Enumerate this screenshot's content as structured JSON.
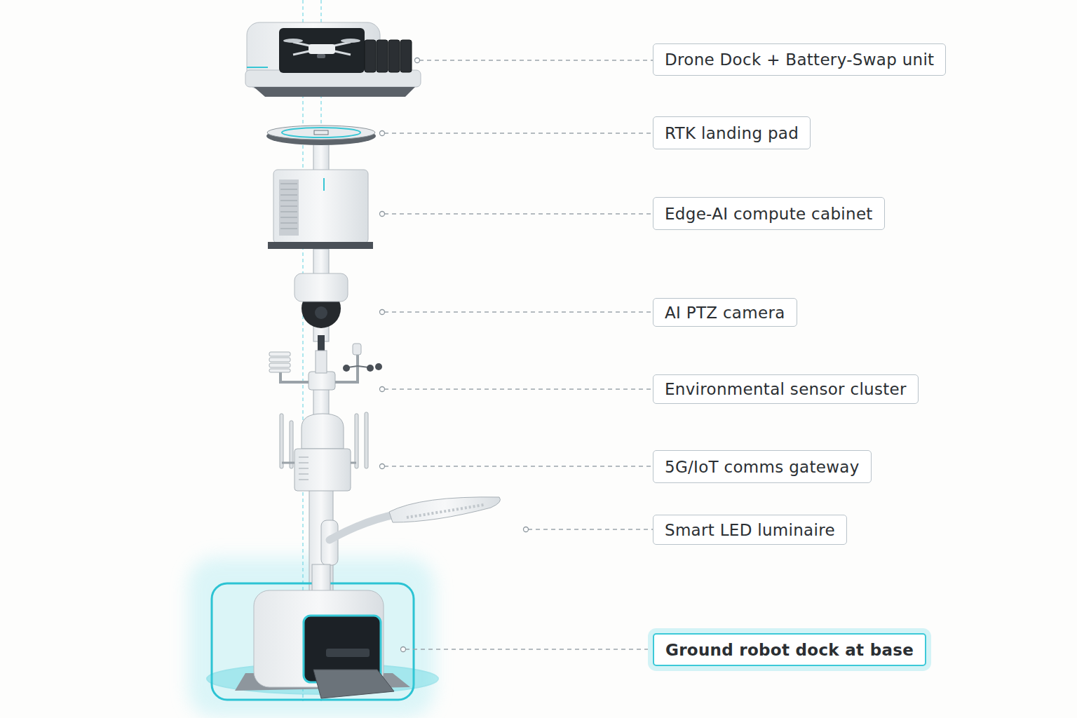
{
  "diagram": {
    "nodes": [
      {
        "text": [
          "Drone Dock + Battery-Swap unit"
        ]
      },
      {
        "text": [
          "RTK landing pad"
        ]
      },
      {
        "text": [
          "Edge-AI compute cabinet"
        ]
      },
      {
        "text": [
          "AI PTZ camera"
        ]
      },
      {
        "text": [
          "Environmental sensor cluster"
        ]
      },
      {
        "text": [
          "5G/IoT comms gateway"
        ]
      },
      {
        "text": [
          "Smart LED luminaire"
        ]
      },
      {
        "text": [
          "Ground robot dock at base"
        ]
      }
    ]
  }
}
